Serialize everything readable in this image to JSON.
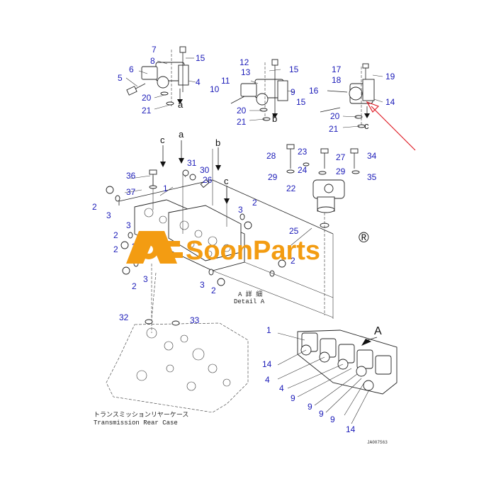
{
  "diagram": {
    "callouts": [
      {
        "id": "c7",
        "text": "7"
      },
      {
        "id": "c8",
        "text": "8"
      },
      {
        "id": "c15a",
        "text": "15"
      },
      {
        "id": "c6",
        "text": "6"
      },
      {
        "id": "c5",
        "text": "5"
      },
      {
        "id": "c4a",
        "text": "4"
      },
      {
        "id": "c20a",
        "text": "20"
      },
      {
        "id": "c21a",
        "text": "21"
      },
      {
        "id": "c12",
        "text": "12"
      },
      {
        "id": "c13",
        "text": "13"
      },
      {
        "id": "c15b",
        "text": "15"
      },
      {
        "id": "c11",
        "text": "11"
      },
      {
        "id": "c10",
        "text": "10"
      },
      {
        "id": "c9a",
        "text": "9"
      },
      {
        "id": "c20b",
        "text": "20"
      },
      {
        "id": "c21b",
        "text": "21"
      },
      {
        "id": "c17",
        "text": "17"
      },
      {
        "id": "c18",
        "text": "18"
      },
      {
        "id": "c19",
        "text": "19"
      },
      {
        "id": "c16",
        "text": "16"
      },
      {
        "id": "c14a",
        "text": "14"
      },
      {
        "id": "c15c",
        "text": "15"
      },
      {
        "id": "c20c",
        "text": "20"
      },
      {
        "id": "c21c",
        "text": "21"
      },
      {
        "id": "c28",
        "text": "28"
      },
      {
        "id": "c23",
        "text": "23"
      },
      {
        "id": "c27",
        "text": "27"
      },
      {
        "id": "c34",
        "text": "34"
      },
      {
        "id": "c29a",
        "text": "29"
      },
      {
        "id": "c24",
        "text": "24"
      },
      {
        "id": "c29b",
        "text": "29"
      },
      {
        "id": "c35",
        "text": "35"
      },
      {
        "id": "c22",
        "text": "22"
      },
      {
        "id": "c25",
        "text": "25"
      },
      {
        "id": "c36",
        "text": "36"
      },
      {
        "id": "c31",
        "text": "31"
      },
      {
        "id": "c30",
        "text": "30"
      },
      {
        "id": "c26",
        "text": "26"
      },
      {
        "id": "c37",
        "text": "37"
      },
      {
        "id": "c1a",
        "text": "1"
      },
      {
        "id": "c2a",
        "text": "2"
      },
      {
        "id": "c3a",
        "text": "3"
      },
      {
        "id": "c3b",
        "text": "3"
      },
      {
        "id": "c2b",
        "text": "2"
      },
      {
        "id": "c2c",
        "text": "2"
      },
      {
        "id": "c3c",
        "text": "3"
      },
      {
        "id": "c2d",
        "text": "2"
      },
      {
        "id": "c3d",
        "text": "3"
      },
      {
        "id": "c2e",
        "text": "2"
      },
      {
        "id": "c3e",
        "text": "3"
      },
      {
        "id": "c3f",
        "text": "3"
      },
      {
        "id": "c2f",
        "text": "2"
      },
      {
        "id": "c2g",
        "text": "2"
      },
      {
        "id": "c32",
        "text": "32"
      },
      {
        "id": "c33",
        "text": "33"
      },
      {
        "id": "c1b",
        "text": "1"
      },
      {
        "id": "c14b",
        "text": "14"
      },
      {
        "id": "c4b",
        "text": "4"
      },
      {
        "id": "c4c",
        "text": "4"
      },
      {
        "id": "c9b",
        "text": "9"
      },
      {
        "id": "c9c",
        "text": "9"
      },
      {
        "id": "c9d",
        "text": "9"
      },
      {
        "id": "c9e",
        "text": "9"
      },
      {
        "id": "c14c",
        "text": "14"
      }
    ],
    "letters": [
      {
        "id": "la1",
        "text": "a"
      },
      {
        "id": "lb1",
        "text": "b"
      },
      {
        "id": "lc1",
        "text": "c"
      },
      {
        "id": "lc2",
        "text": "c"
      },
      {
        "id": "la2",
        "text": "a"
      },
      {
        "id": "lb2",
        "text": "b"
      },
      {
        "id": "lc3",
        "text": "c"
      },
      {
        "id": "lA",
        "text": "A"
      }
    ],
    "detail_caption": {
      "jp": "A 詳 細",
      "en": "Detail A"
    },
    "case_caption": {
      "jp": "トランスミッションリヤーケース",
      "en": "Transmission Rear Case"
    },
    "drawing_code": "JA007563",
    "colors": {
      "callout": "#1a1ab8",
      "pointer": "#e0202a",
      "watermark": "#f39c12"
    }
  },
  "watermark": {
    "text": "SoonParts",
    "reg": "®"
  }
}
